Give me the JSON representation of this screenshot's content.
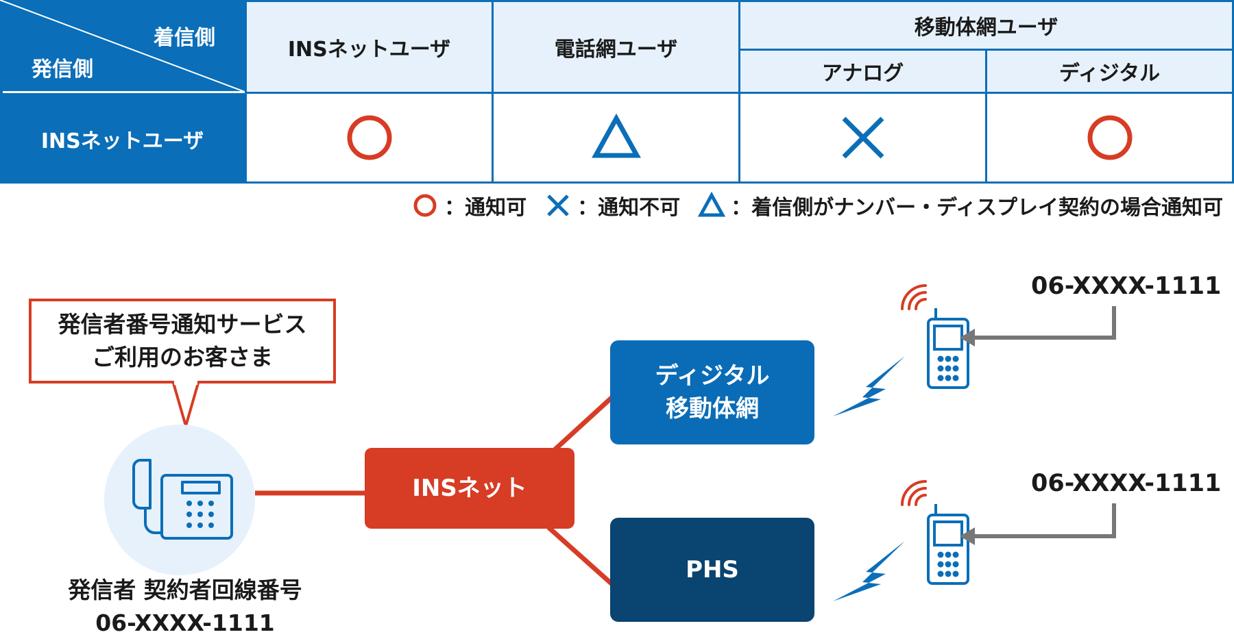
{
  "table": {
    "corner_receiver": "着信側",
    "corner_sender": "発信側",
    "headers": {
      "ins_user": "INSネットユーザ",
      "phone_user": "電話網ユーザ",
      "mobile_group": "移動体網ユーザ",
      "mobile_analog": "アナログ",
      "mobile_digital": "ディジタル"
    },
    "row_header": "INSネットユーザ",
    "row_marks": [
      "circle",
      "triangle",
      "cross",
      "circle"
    ]
  },
  "legend": [
    {
      "mark": "circle",
      "text": "：通知可"
    },
    {
      "mark": "cross",
      "text": "：通知不可"
    },
    {
      "mark": "triangle",
      "text": "：着信側がナンバー・ディスプレイ契約の場合通知可"
    }
  ],
  "colors": {
    "table_blue": "#0b6eb8",
    "header_fill": "#e6f1fb",
    "circle_red": "#d73c24",
    "mark_blue": "#0b6eb8",
    "ins_red": "#d73c24",
    "digital_blue": "#0a6cb6",
    "phs_navy": "#0a4470",
    "arrow_gray": "#777777"
  },
  "diagram": {
    "callout_line1": "発信者番号通知サービス",
    "callout_line2": "ご利用のお客さま",
    "caller_line1": "発信者 契約者回線番号",
    "caller_line2": "06-XXXX-1111",
    "ins_net": "INSネット",
    "digital_line1": "ディジタル",
    "digital_line2": "移動体網",
    "phs": "PHS",
    "number_top": "06-XXXX-1111",
    "number_bottom": "06-XXXX-1111"
  },
  "icons": [
    "desk-phone-icon",
    "mobile-phone-icon",
    "signal-waves-icon",
    "lightning-bolt-icon",
    "arrow-left-icon"
  ]
}
